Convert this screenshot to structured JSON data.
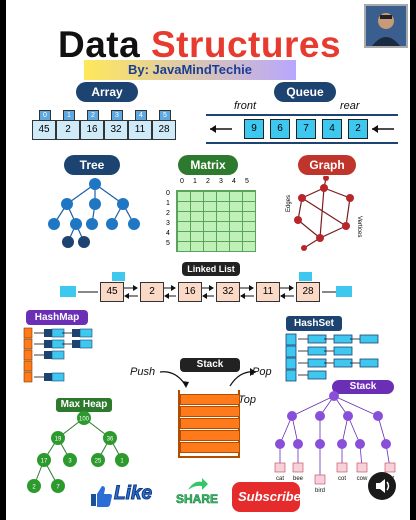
{
  "header": {
    "title_word1": "Data",
    "title_word2": "Structures",
    "byline": "By: JavaMindTechie"
  },
  "array": {
    "label": "Array",
    "indices": [
      "0",
      "1",
      "2",
      "3",
      "4",
      "5"
    ],
    "values": [
      "45",
      "2",
      "16",
      "32",
      "11",
      "28"
    ]
  },
  "queue": {
    "label": "Queue",
    "front": "front",
    "rear": "rear",
    "values": [
      "9",
      "6",
      "7",
      "4",
      "2"
    ]
  },
  "tree": {
    "label": "Tree"
  },
  "matrix": {
    "label": "Matrix",
    "cols": [
      "0",
      "1",
      "2",
      "3",
      "4",
      "5"
    ],
    "rows": [
      "0",
      "1",
      "2",
      "3",
      "4",
      "5"
    ]
  },
  "graph": {
    "label": "Graph",
    "edges_label": "Edges",
    "vertices_label": "Vertices"
  },
  "linked_list": {
    "label": "Linked List",
    "values": [
      "45",
      "2",
      "16",
      "32",
      "11",
      "28"
    ]
  },
  "hashmap": {
    "label": "HashMap"
  },
  "hashset": {
    "label": "HashSet"
  },
  "stack": {
    "label": "Stack",
    "push": "Push",
    "pop": "Pop",
    "top": "Top"
  },
  "max_heap": {
    "label": "Max Heap",
    "nodes": [
      "100",
      "19",
      "36",
      "17",
      "3",
      "25",
      "1",
      "2",
      "7"
    ]
  },
  "trie": {
    "label": "Stack",
    "words": [
      "cat",
      "bee",
      "bird",
      "cot",
      "cow",
      "ant"
    ]
  },
  "social": {
    "like": "Like",
    "share": "SHARE",
    "subscribe": "Subscribe"
  },
  "colors": {
    "navy": "#1d4370",
    "green": "#2d7a2e",
    "red": "#c0352b",
    "purple": "#6a2fb5",
    "cyan": "#3ec8f0",
    "orange": "#ff7a1a"
  }
}
